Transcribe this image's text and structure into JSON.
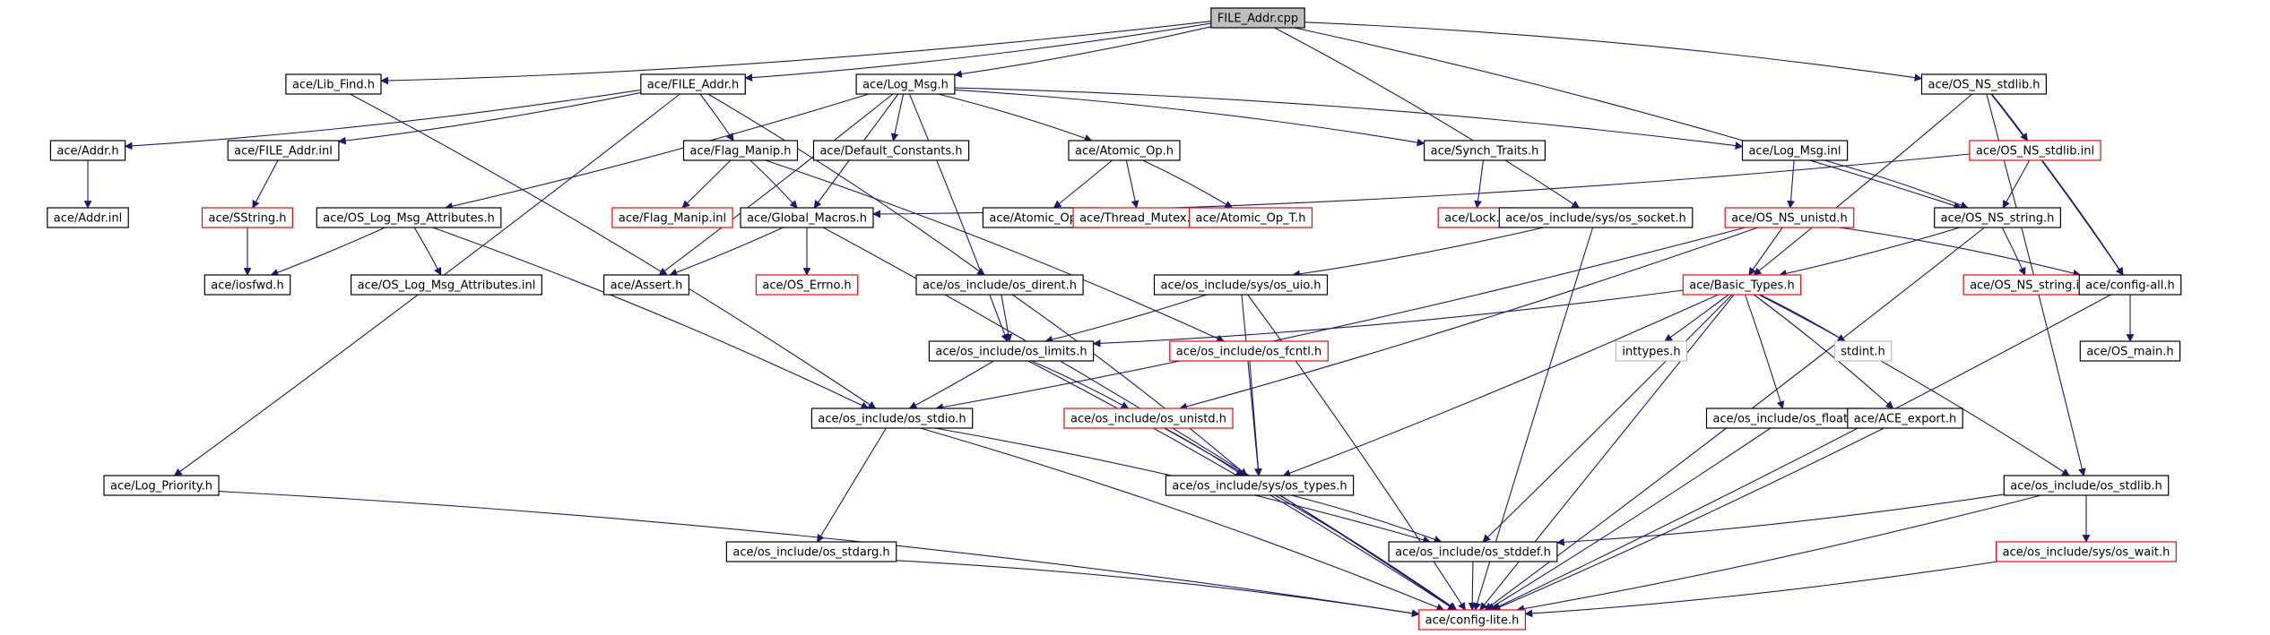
{
  "title": "FILE_Addr.cpp",
  "colors": {
    "edge": "#191970",
    "normal_border": "#000000",
    "truncated_border": "#ff0000",
    "system_border": "#bfbfbf",
    "root_fill": "#bfbfbf",
    "fill": "#ffffff"
  },
  "nodes": [
    {
      "id": "root",
      "label": "FILE_Addr.cpp",
      "kind": "root"
    },
    {
      "id": "lib_find",
      "label": "ace/Lib_Find.h",
      "kind": "normal"
    },
    {
      "id": "file_addr_h",
      "label": "ace/FILE_Addr.h",
      "kind": "normal"
    },
    {
      "id": "log_msg_h",
      "label": "ace/Log_Msg.h",
      "kind": "normal"
    },
    {
      "id": "os_ns_stdlib_h",
      "label": "ace/OS_NS_stdlib.h",
      "kind": "normal"
    },
    {
      "id": "addr_h",
      "label": "ace/Addr.h",
      "kind": "normal"
    },
    {
      "id": "file_addr_inl",
      "label": "ace/FILE_Addr.inl",
      "kind": "normal"
    },
    {
      "id": "flag_manip_h",
      "label": "ace/Flag_Manip.h",
      "kind": "normal"
    },
    {
      "id": "default_constants",
      "label": "ace/Default_Constants.h",
      "kind": "normal"
    },
    {
      "id": "atomic_op_h",
      "label": "ace/Atomic_Op.h",
      "kind": "normal"
    },
    {
      "id": "synch_traits",
      "label": "ace/Synch_Traits.h",
      "kind": "normal"
    },
    {
      "id": "log_msg_inl",
      "label": "ace/Log_Msg.inl",
      "kind": "normal"
    },
    {
      "id": "os_ns_stdlib_inl",
      "label": "ace/OS_NS_stdlib.inl",
      "kind": "truncated"
    },
    {
      "id": "addr_inl",
      "label": "ace/Addr.inl",
      "kind": "normal"
    },
    {
      "id": "sstring",
      "label": "ace/SString.h",
      "kind": "truncated"
    },
    {
      "id": "log_msg_attr_h",
      "label": "ace/OS_Log_Msg_Attributes.h",
      "kind": "normal"
    },
    {
      "id": "flag_manip_inl",
      "label": "ace/Flag_Manip.inl",
      "kind": "truncated"
    },
    {
      "id": "global_macros",
      "label": "ace/Global_Macros.h",
      "kind": "normal"
    },
    {
      "id": "atomic_op_inl",
      "label": "ace/Atomic_Op.inl",
      "kind": "normal"
    },
    {
      "id": "thread_mutex",
      "label": "ace/Thread_Mutex.h",
      "kind": "truncated"
    },
    {
      "id": "atomic_op_t",
      "label": "ace/Atomic_Op_T.h",
      "kind": "truncated"
    },
    {
      "id": "lock_h",
      "label": "ace/Lock.h",
      "kind": "truncated"
    },
    {
      "id": "os_socket",
      "label": "ace/os_include/sys/os_socket.h",
      "kind": "normal"
    },
    {
      "id": "os_ns_unistd",
      "label": "ace/OS_NS_unistd.h",
      "kind": "truncated"
    },
    {
      "id": "os_ns_string_h",
      "label": "ace/OS_NS_string.h",
      "kind": "normal"
    },
    {
      "id": "iosfwd",
      "label": "ace/iosfwd.h",
      "kind": "normal"
    },
    {
      "id": "log_msg_attr_inl",
      "label": "ace/OS_Log_Msg_Attributes.inl",
      "kind": "normal"
    },
    {
      "id": "assert_h",
      "label": "ace/Assert.h",
      "kind": "normal"
    },
    {
      "id": "os_errno",
      "label": "ace/OS_Errno.h",
      "kind": "truncated"
    },
    {
      "id": "os_dirent",
      "label": "ace/os_include/os_dirent.h",
      "kind": "normal"
    },
    {
      "id": "os_uio",
      "label": "ace/os_include/sys/os_uio.h",
      "kind": "normal"
    },
    {
      "id": "basic_types",
      "label": "ace/Basic_Types.h",
      "kind": "truncated"
    },
    {
      "id": "os_ns_string_inl",
      "label": "ace/OS_NS_string.inl",
      "kind": "truncated"
    },
    {
      "id": "config_all",
      "label": "ace/config-all.h",
      "kind": "normal"
    },
    {
      "id": "os_limits",
      "label": "ace/os_include/os_limits.h",
      "kind": "normal"
    },
    {
      "id": "os_fcntl",
      "label": "ace/os_include/os_fcntl.h",
      "kind": "truncated"
    },
    {
      "id": "inttypes",
      "label": "inttypes.h",
      "kind": "system"
    },
    {
      "id": "stdint",
      "label": "stdint.h",
      "kind": "system"
    },
    {
      "id": "os_main",
      "label": "ace/OS_main.h",
      "kind": "normal"
    },
    {
      "id": "os_stdio",
      "label": "ace/os_include/os_stdio.h",
      "kind": "normal"
    },
    {
      "id": "os_unistd",
      "label": "ace/os_include/os_unistd.h",
      "kind": "truncated"
    },
    {
      "id": "os_float",
      "label": "ace/os_include/os_float.h",
      "kind": "normal"
    },
    {
      "id": "ace_export",
      "label": "ace/ACE_export.h",
      "kind": "normal"
    },
    {
      "id": "log_priority",
      "label": "ace/Log_Priority.h",
      "kind": "normal"
    },
    {
      "id": "os_types",
      "label": "ace/os_include/sys/os_types.h",
      "kind": "normal"
    },
    {
      "id": "os_stdlib",
      "label": "ace/os_include/os_stdlib.h",
      "kind": "normal"
    },
    {
      "id": "os_stdarg",
      "label": "ace/os_include/os_stdarg.h",
      "kind": "normal"
    },
    {
      "id": "os_stddef",
      "label": "ace/os_include/os_stddef.h",
      "kind": "normal"
    },
    {
      "id": "os_wait",
      "label": "ace/os_include/sys/os_wait.h",
      "kind": "truncated"
    },
    {
      "id": "config_lite",
      "label": "ace/config-lite.h",
      "kind": "truncated"
    }
  ],
  "edges": [
    [
      "root",
      "lib_find"
    ],
    [
      "root",
      "file_addr_h"
    ],
    [
      "root",
      "log_msg_h"
    ],
    [
      "root",
      "os_ns_stdlib_h"
    ],
    [
      "root",
      "os_socket"
    ],
    [
      "root",
      "os_ns_string_h"
    ],
    [
      "lib_find",
      "os_stdio"
    ],
    [
      "file_addr_h",
      "addr_h"
    ],
    [
      "file_addr_h",
      "file_addr_inl"
    ],
    [
      "file_addr_h",
      "flag_manip_h"
    ],
    [
      "file_addr_h",
      "log_priority"
    ],
    [
      "file_addr_h",
      "os_dirent"
    ],
    [
      "addr_h",
      "addr_inl"
    ],
    [
      "file_addr_inl",
      "sstring"
    ],
    [
      "sstring",
      "iosfwd"
    ],
    [
      "log_msg_h",
      "default_constants"
    ],
    [
      "log_msg_h",
      "atomic_op_h"
    ],
    [
      "log_msg_h",
      "synch_traits"
    ],
    [
      "log_msg_h",
      "log_msg_inl"
    ],
    [
      "log_msg_h",
      "log_msg_attr_h"
    ],
    [
      "log_msg_h",
      "global_macros"
    ],
    [
      "log_msg_h",
      "assert_h"
    ],
    [
      "log_msg_h",
      "os_limits"
    ],
    [
      "flag_manip_h",
      "flag_manip_inl"
    ],
    [
      "flag_manip_h",
      "global_macros"
    ],
    [
      "flag_manip_h",
      "os_fcntl"
    ],
    [
      "atomic_op_h",
      "atomic_op_inl"
    ],
    [
      "atomic_op_h",
      "thread_mutex"
    ],
    [
      "atomic_op_h",
      "atomic_op_t"
    ],
    [
      "synch_traits",
      "lock_h"
    ],
    [
      "log_msg_inl",
      "os_ns_unistd"
    ],
    [
      "log_msg_inl",
      "os_ns_string_h"
    ],
    [
      "os_ns_stdlib_h",
      "os_ns_stdlib_inl"
    ],
    [
      "os_ns_stdlib_h",
      "basic_types"
    ],
    [
      "os_ns_stdlib_h",
      "config_all"
    ],
    [
      "os_ns_stdlib_h",
      "os_stdlib"
    ],
    [
      "os_ns_stdlib_inl",
      "global_macros"
    ],
    [
      "os_ns_stdlib_inl",
      "os_ns_string_h"
    ],
    [
      "os_ns_stdlib_inl",
      "config_all"
    ],
    [
      "log_msg_attr_h",
      "iosfwd"
    ],
    [
      "log_msg_attr_h",
      "log_msg_attr_inl"
    ],
    [
      "log_msg_attr_h",
      "os_stdio"
    ],
    [
      "global_macros",
      "assert_h"
    ],
    [
      "global_macros",
      "os_errno"
    ],
    [
      "global_macros",
      "config_lite"
    ],
    [
      "os_socket",
      "os_uio"
    ],
    [
      "os_socket",
      "config_lite"
    ],
    [
      "os_ns_unistd",
      "basic_types"
    ],
    [
      "os_ns_unistd",
      "os_stdio"
    ],
    [
      "os_ns_unistd",
      "os_unistd"
    ],
    [
      "os_ns_unistd",
      "config_all"
    ],
    [
      "os_ns_string_h",
      "basic_types"
    ],
    [
      "os_ns_string_h",
      "os_ns_string_inl"
    ],
    [
      "os_ns_string_h",
      "config_lite"
    ],
    [
      "os_dirent",
      "os_limits"
    ],
    [
      "os_dirent",
      "os_types"
    ],
    [
      "os_uio",
      "os_limits"
    ],
    [
      "os_uio",
      "os_types"
    ],
    [
      "os_uio",
      "config_lite"
    ],
    [
      "basic_types",
      "os_limits"
    ],
    [
      "basic_types",
      "inttypes"
    ],
    [
      "basic_types",
      "stdint"
    ],
    [
      "basic_types",
      "os_float"
    ],
    [
      "basic_types",
      "ace_export"
    ],
    [
      "basic_types",
      "os_stdlib"
    ],
    [
      "basic_types",
      "os_types"
    ],
    [
      "basic_types",
      "os_stddef"
    ],
    [
      "basic_types",
      "config_lite"
    ],
    [
      "config_all",
      "os_main"
    ],
    [
      "config_all",
      "config_lite"
    ],
    [
      "os_limits",
      "os_stdio"
    ],
    [
      "os_limits",
      "os_unistd"
    ],
    [
      "os_limits",
      "config_lite"
    ],
    [
      "os_fcntl",
      "os_types"
    ],
    [
      "os_stdio",
      "os_stdarg"
    ],
    [
      "os_stdio",
      "os_stddef"
    ],
    [
      "os_stdio",
      "config_lite"
    ],
    [
      "os_unistd",
      "os_types"
    ],
    [
      "os_unistd",
      "config_lite"
    ],
    [
      "os_float",
      "config_lite"
    ],
    [
      "ace_export",
      "config_lite"
    ],
    [
      "log_priority",
      "config_lite"
    ],
    [
      "os_types",
      "os_stddef"
    ],
    [
      "os_types",
      "config_lite"
    ],
    [
      "os_stdlib",
      "os_stddef"
    ],
    [
      "os_stdlib",
      "os_wait"
    ],
    [
      "os_stdlib",
      "config_lite"
    ],
    [
      "os_stdarg",
      "config_lite"
    ],
    [
      "os_stddef",
      "config_lite"
    ],
    [
      "os_wait",
      "config_lite"
    ]
  ]
}
